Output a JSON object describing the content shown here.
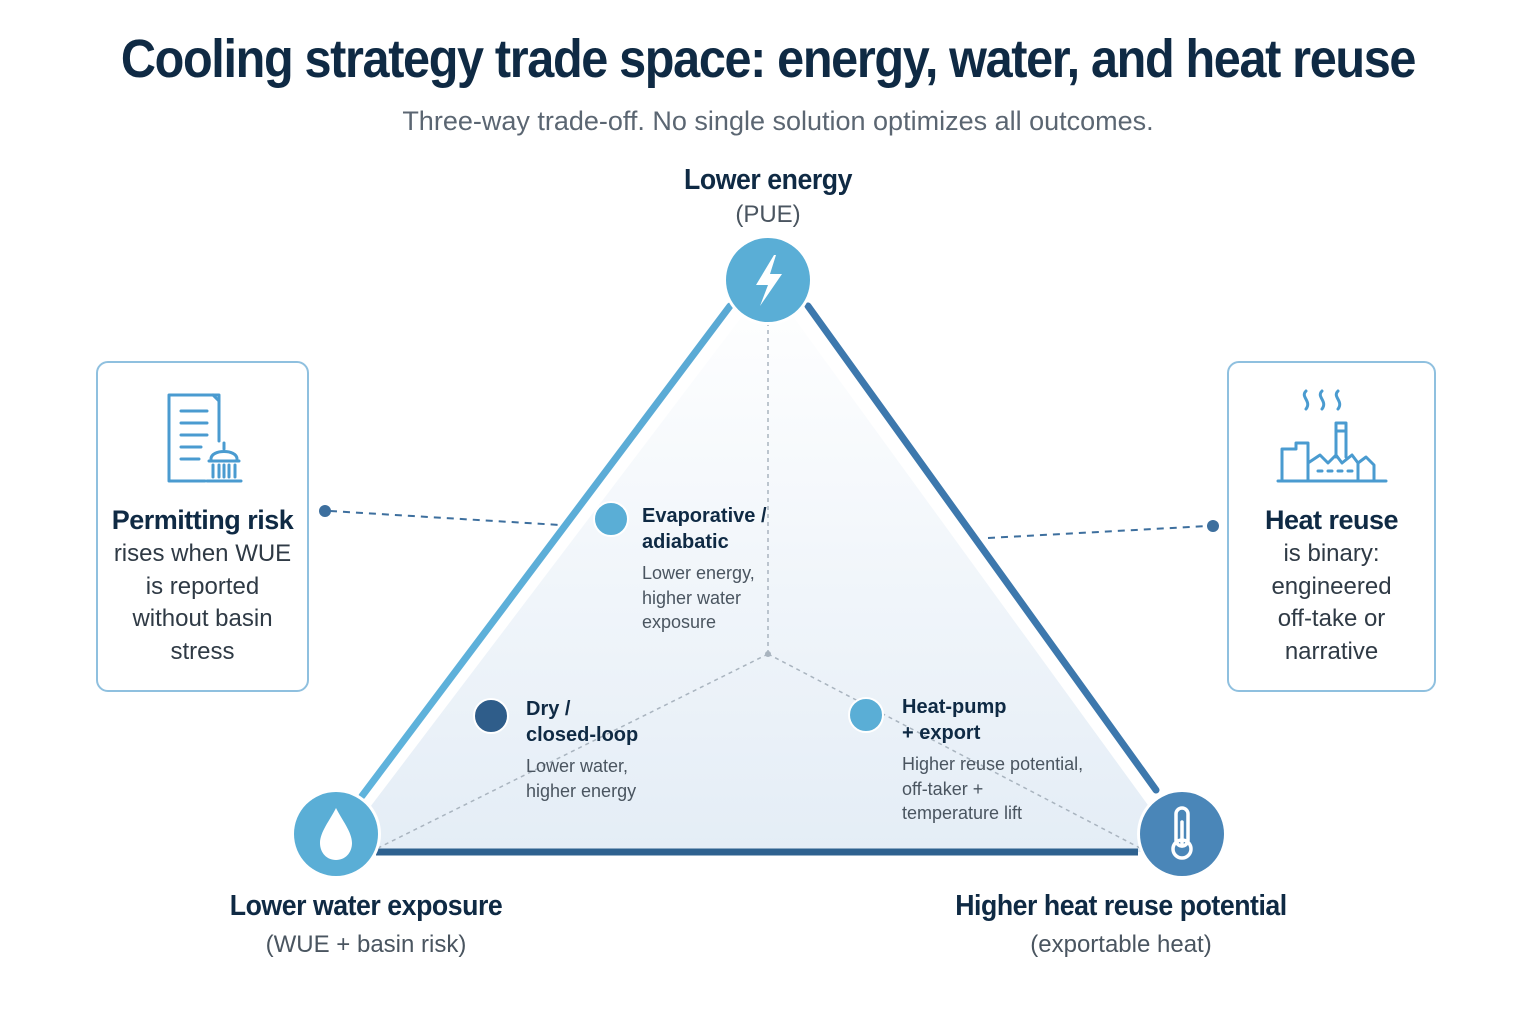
{
  "title": "Cooling strategy trade space: energy, water, and heat reuse",
  "subtitle": "Three-way trade-off. No single solution optimizes all outcomes.",
  "vertices": {
    "top": {
      "label": "Lower energy",
      "sublabel": "(PUE)",
      "icon": "lightning-bolt-icon"
    },
    "left": {
      "label": "Lower water exposure",
      "sublabel": "(WUE + basin risk)",
      "icon": "water-drop-icon"
    },
    "right": {
      "label": "Higher heat reuse potential",
      "sublabel": "(exportable heat)",
      "icon": "thermometer-icon"
    }
  },
  "strategies": [
    {
      "name": "Evaporative / adiabatic",
      "name_lines": [
        "Evaporative /",
        "adiabatic"
      ],
      "desc_lines": [
        "Lower energy,",
        "higher water",
        "exposure"
      ]
    },
    {
      "name": "Dry / closed-loop",
      "name_lines": [
        "Dry /",
        "closed-loop"
      ],
      "desc_lines": [
        "Lower water,",
        "higher energy"
      ]
    },
    {
      "name": "Heat-pump + export",
      "name_lines": [
        "Heat-pump",
        "+ export"
      ],
      "desc_lines": [
        "Higher reuse potential,",
        "off-taker +",
        "temperature lift"
      ]
    }
  ],
  "callouts": {
    "left": {
      "heading": "Permitting risk",
      "body_lines": [
        "rises when WUE",
        "is reported",
        "without basin",
        "stress"
      ],
      "icon": "document-capitol-icon"
    },
    "right": {
      "heading": "Heat reuse",
      "body_lines": [
        "is binary:",
        "engineered",
        "off-take or",
        "narrative"
      ],
      "icon": "factory-steam-icon"
    }
  },
  "colors": {
    "title": "#0f2a44",
    "edge_left": "#5fb0d8",
    "edge_right": "#3d78ad",
    "edge_bottom": "#2e618f",
    "accent_light": "#5aaed6",
    "accent_dark": "#2f5d8a",
    "box_border": "#8fc0df"
  }
}
